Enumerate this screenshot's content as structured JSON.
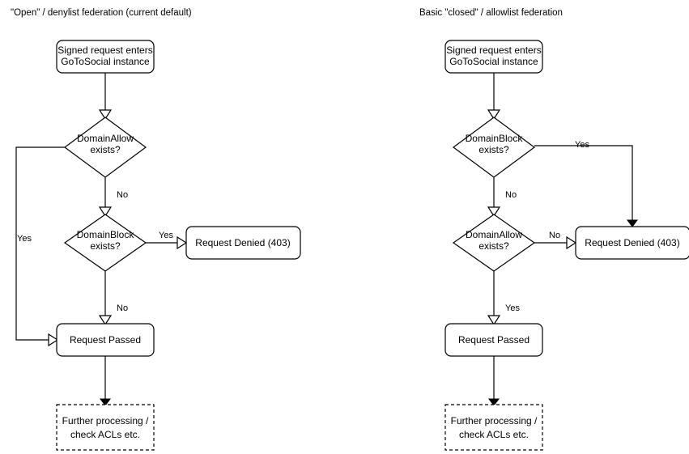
{
  "diagram": {
    "type": "flowchart",
    "background": "#ffffff",
    "stroke_color": "#000000",
    "text_color": "#000000",
    "panels": [
      {
        "id": "open-denylist",
        "title": "\"Open\" / denylist federation (current default)",
        "nodes": [
          {
            "id": "entry",
            "shape": "rounded-rect",
            "lines": [
              "Signed request enters",
              "GoToSocial instance"
            ]
          },
          {
            "id": "domain-allow",
            "shape": "diamond",
            "lines": [
              "DomainAllow",
              "exists?"
            ]
          },
          {
            "id": "domain-block",
            "shape": "diamond",
            "lines": [
              "DomainBlock",
              "exists?"
            ]
          },
          {
            "id": "request-denied",
            "shape": "rounded-rect",
            "lines": [
              "Request Denied (403)"
            ]
          },
          {
            "id": "request-passed",
            "shape": "rounded-rect",
            "lines": [
              "Request Passed"
            ]
          },
          {
            "id": "further-processing",
            "shape": "dashed-rect",
            "lines": [
              "Further processing /",
              "check ACLs etc."
            ]
          }
        ],
        "edges": [
          {
            "id": "entry-to-allow",
            "from": "entry",
            "to": "domain-allow",
            "label": ""
          },
          {
            "id": "allow-yes",
            "from": "domain-allow",
            "to": "request-passed",
            "label": "Yes"
          },
          {
            "id": "allow-no",
            "from": "domain-allow",
            "to": "domain-block",
            "label": "No"
          },
          {
            "id": "block-yes",
            "from": "domain-block",
            "to": "request-denied",
            "label": "Yes"
          },
          {
            "id": "block-no",
            "from": "domain-block",
            "to": "request-passed",
            "label": "No"
          },
          {
            "id": "passed-to-further",
            "from": "request-passed",
            "to": "further-processing",
            "label": ""
          }
        ]
      },
      {
        "id": "closed-allowlist",
        "title": "Basic \"closed\" / allowlist federation",
        "nodes": [
          {
            "id": "entry2",
            "shape": "rounded-rect",
            "lines": [
              "Signed request enters",
              "GoToSocial instance"
            ]
          },
          {
            "id": "domain-block2",
            "shape": "diamond",
            "lines": [
              "DomainBlock",
              "exists?"
            ]
          },
          {
            "id": "domain-allow2",
            "shape": "diamond",
            "lines": [
              "DomainAllow",
              "exists?"
            ]
          },
          {
            "id": "request-denied2",
            "shape": "rounded-rect",
            "lines": [
              "Request Denied (403)"
            ]
          },
          {
            "id": "request-passed2",
            "shape": "rounded-rect",
            "lines": [
              "Request Passed"
            ]
          },
          {
            "id": "further-processing2",
            "shape": "dashed-rect",
            "lines": [
              "Further processing /",
              "check ACLs etc."
            ]
          }
        ],
        "edges": [
          {
            "id": "entry2-to-block2",
            "from": "entry2",
            "to": "domain-block2",
            "label": ""
          },
          {
            "id": "block2-yes",
            "from": "domain-block2",
            "to": "request-denied2",
            "label": "Yes"
          },
          {
            "id": "block2-no",
            "from": "domain-block2",
            "to": "domain-allow2",
            "label": "No"
          },
          {
            "id": "allow2-no",
            "from": "domain-allow2",
            "to": "request-denied2",
            "label": "No"
          },
          {
            "id": "allow2-yes",
            "from": "domain-allow2",
            "to": "request-passed2",
            "label": "Yes"
          },
          {
            "id": "passed2-to-further2",
            "from": "request-passed2",
            "to": "further-processing2",
            "label": ""
          }
        ]
      }
    ],
    "labels": {
      "left_title": "\"Open\" / denylist federation (current default)",
      "right_title": "Basic \"closed\" / allowlist federation",
      "entry_line1": "Signed request enters",
      "entry_line2": "GoToSocial instance",
      "domain_allow_line1": "DomainAllow",
      "domain_allow_line2": "exists?",
      "domain_block_line1": "DomainBlock",
      "domain_block_line2": "exists?",
      "request_denied": "Request Denied (403)",
      "request_passed": "Request Passed",
      "further_line1": "Further processing /",
      "further_line2": "check ACLs etc.",
      "yes": "Yes",
      "no": "No"
    }
  }
}
